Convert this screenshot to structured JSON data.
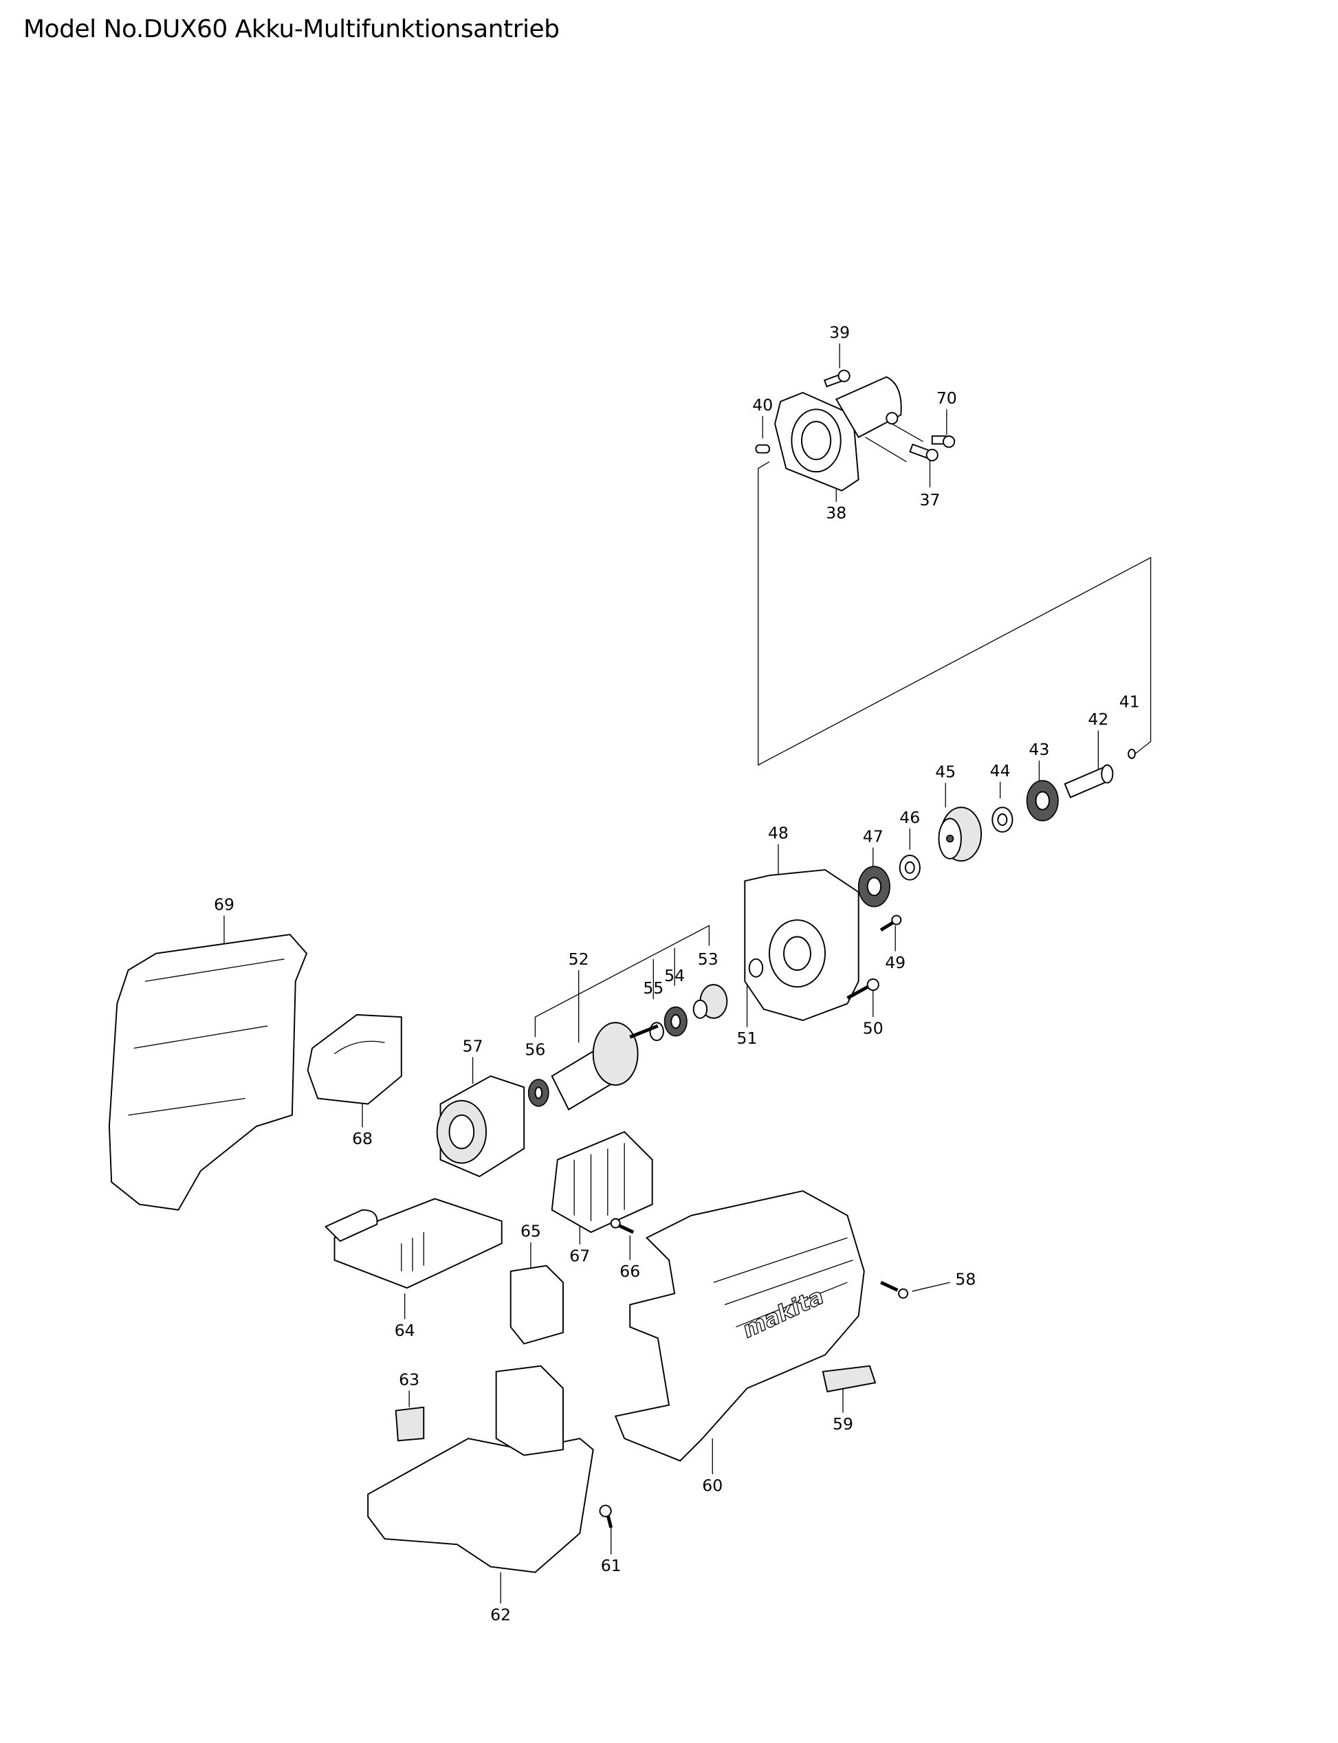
{
  "title": "Model No.DUX60 Akku-Multifunktionsantrieb",
  "labels": {
    "p37": "37",
    "p38": "38",
    "p39": "39",
    "p40": "40",
    "p41": "41",
    "p42": "42",
    "p43": "43",
    "p44": "44",
    "p45": "45",
    "p46": "46",
    "p47": "47",
    "p48": "48",
    "p49": "49",
    "p50": "50",
    "p51": "51",
    "p52": "52",
    "p53": "53",
    "p54": "54",
    "p55": "55",
    "p56": "56",
    "p57": "57",
    "p58": "58",
    "p59": "59",
    "p60": "60",
    "p61": "61",
    "p62": "62",
    "p63": "63",
    "p64": "64",
    "p65": "65",
    "p66": "66",
    "p67": "67",
    "p68": "68",
    "p69": "69",
    "p70": "70"
  },
  "logo_text": "makita"
}
